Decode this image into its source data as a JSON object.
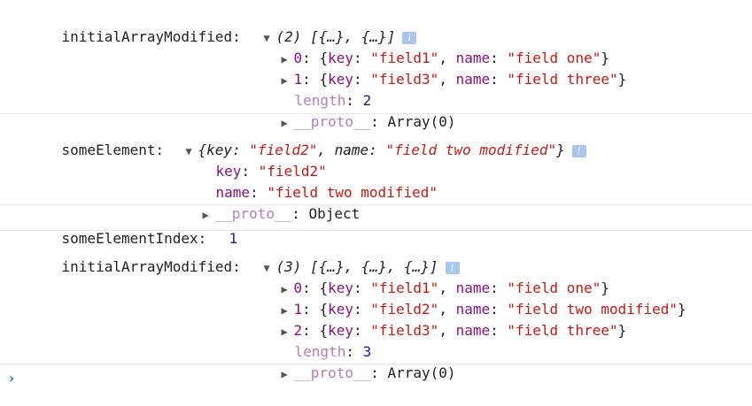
{
  "entries": [
    {
      "label": "initialArrayModified:",
      "summary": "(2) [{…}, {…}]",
      "info": "i",
      "items": [
        {
          "index": "0",
          "key": "\"field1\"",
          "name": "\"field one\""
        },
        {
          "index": "1",
          "key": "\"field3\"",
          "name": "\"field three\""
        }
      ],
      "length_label": "length",
      "length": "2",
      "proto_label": "__proto__",
      "proto_value": "Array(0)"
    },
    {
      "label": "someElement:",
      "summary_prefix": "{key: ",
      "summary_key": "\"field2\"",
      "summary_mid": ", name: ",
      "summary_name": "\"field two modified\"",
      "summary_suffix": "}",
      "info": "i",
      "key_label": "key",
      "key_value": "\"field2\"",
      "name_label": "name",
      "name_value": "\"field two modified\"",
      "proto_label": "__proto__",
      "proto_value": "Object"
    },
    {
      "label": "someElementIndex:",
      "value": "1"
    },
    {
      "label": "initialArrayModified:",
      "summary": "(3) [{…}, {…}, {…}]",
      "info": "i",
      "items": [
        {
          "index": "0",
          "key": "\"field1\"",
          "name": "\"field one\""
        },
        {
          "index": "1",
          "key": "\"field2\"",
          "name": "\"field two modified\""
        },
        {
          "index": "2",
          "key": "\"field3\"",
          "name": "\"field three\""
        }
      ],
      "length_label": "length",
      "length": "3",
      "proto_label": "__proto__",
      "proto_value": "Array(0)"
    }
  ],
  "common": {
    "key_word": "key",
    "name_word": "name"
  },
  "prompt": {
    "symbol": "›"
  }
}
